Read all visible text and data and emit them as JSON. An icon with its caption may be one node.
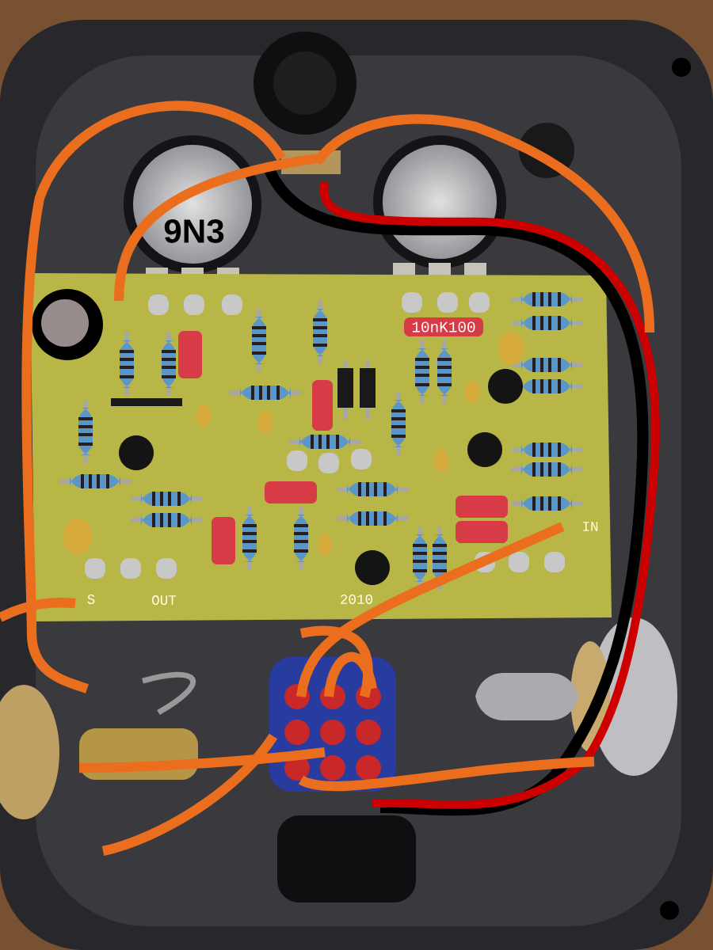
{
  "diagram": {
    "labels": [
      "9N3",
      "10nK100",
      "IN",
      "S",
      "OUT",
      "2010"
    ]
  }
}
